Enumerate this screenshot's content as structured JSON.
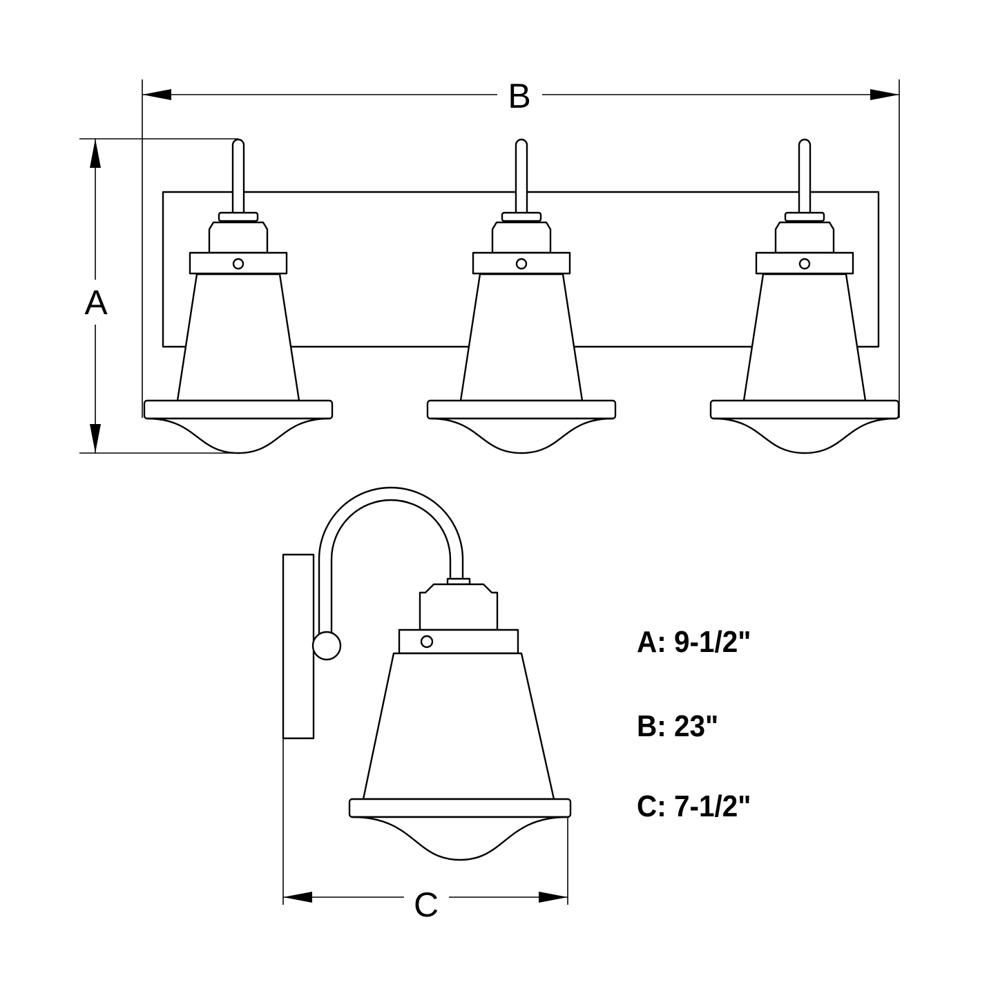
{
  "dimension_labels": {
    "a": "A",
    "b": "B",
    "c": "C"
  },
  "specs": [
    {
      "key": "A",
      "text": "A: 9-1/2\""
    },
    {
      "key": "B",
      "text": "B: 23\""
    },
    {
      "key": "C",
      "text": "C: 7-1/2\""
    }
  ],
  "colors": {
    "line": "#000000",
    "background": "#ffffff"
  }
}
